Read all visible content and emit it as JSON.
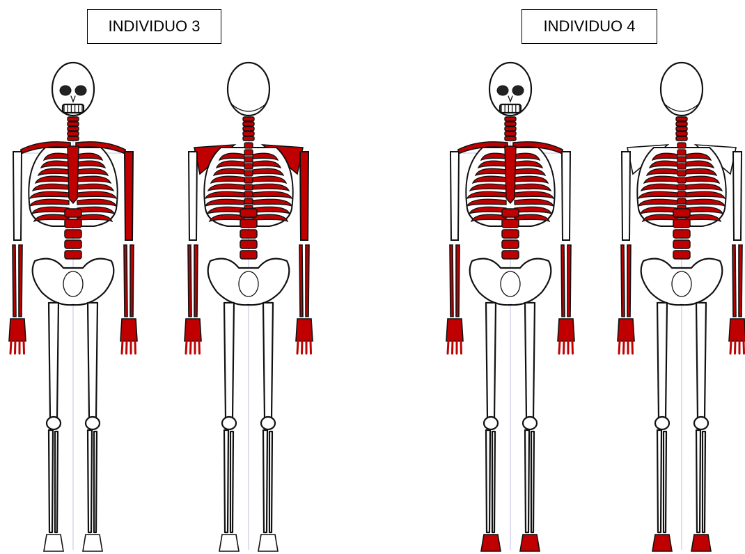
{
  "individuals": [
    {
      "label": "INDIVIDUO 3",
      "highlight_color": "#c00000",
      "highlighted_front": [
        "clavicles",
        "ribs",
        "sternum",
        "lumbar-vertebrae",
        "cervical-vertebrae",
        "left-humerus",
        "radius-ulna",
        "hands"
      ],
      "highlighted_back": [
        "scapulae",
        "ribs",
        "cervical-vertebrae",
        "thoracic-vertebrae",
        "lumbar-vertebrae",
        "right-humerus",
        "radius-ulna",
        "hands"
      ]
    },
    {
      "label": "INDIVIDUO 4",
      "highlight_color": "#c00000",
      "highlighted_front": [
        "clavicles",
        "ribs",
        "sternum",
        "lumbar-vertebrae",
        "cervical-vertebrae",
        "radius-ulna",
        "hands",
        "feet"
      ],
      "highlighted_back": [
        "ribs",
        "cervical-vertebrae",
        "thoracic-vertebrae",
        "lumbar-vertebrae",
        "radius-ulna",
        "hands",
        "feet"
      ]
    }
  ]
}
